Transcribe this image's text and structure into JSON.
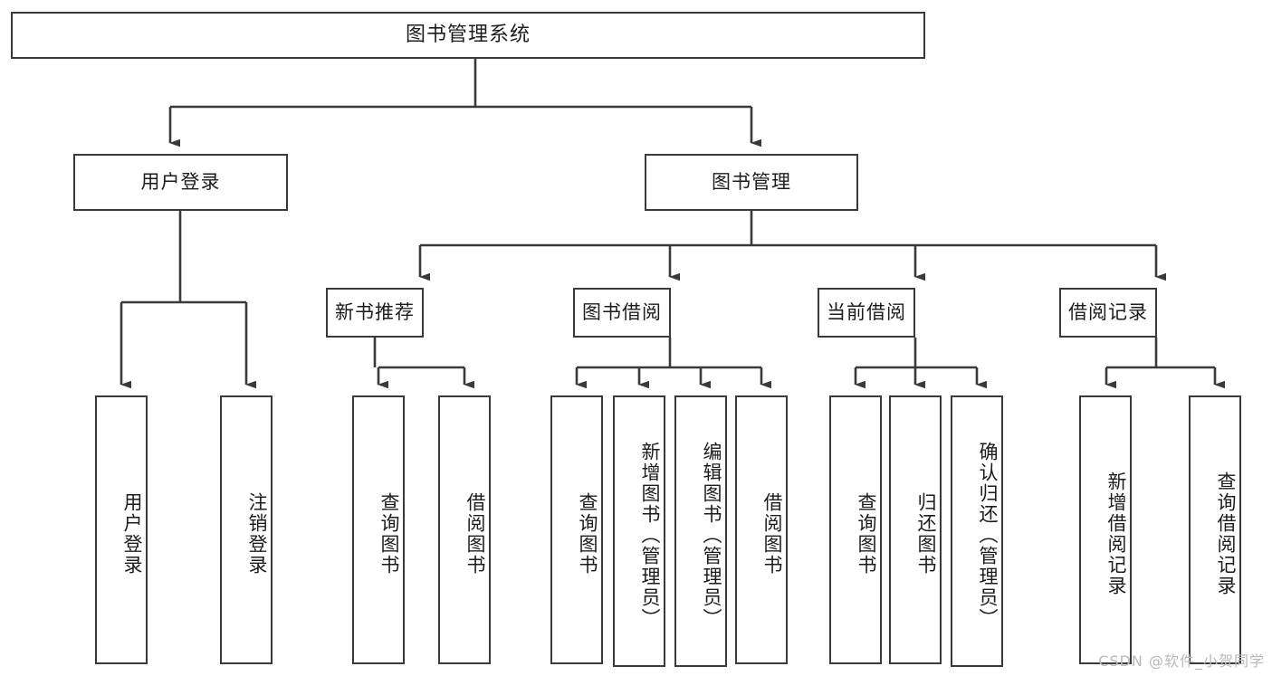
{
  "diagram": {
    "title": "图书管理系统",
    "type": "tree-hierarchy-chart",
    "colors": {
      "line": "#3a3a3a",
      "box_border": "#3a3a3a",
      "box_fill": "#ffffff",
      "text": "#1c1c1c",
      "watermark": "#b9b9b9"
    },
    "nodes": {
      "root": {
        "label": "图书管理系统"
      },
      "level1": [
        {
          "id": "user-login",
          "label": "用户登录"
        },
        {
          "id": "book-manage",
          "label": "图书管理"
        }
      ],
      "level2": [
        {
          "id": "new-book-recommend",
          "label": "新书推荐"
        },
        {
          "id": "book-borrow",
          "label": "图书借阅"
        },
        {
          "id": "current-borrow",
          "label": "当前借阅"
        },
        {
          "id": "borrow-record",
          "label": "借阅记录"
        }
      ],
      "leaves": {
        "user-login": [
          {
            "id": "leaf-user-login",
            "label": "用户登录"
          },
          {
            "id": "leaf-logout-login",
            "label": "注销登录"
          }
        ],
        "new-book-recommend": [
          {
            "id": "leaf-query-book-1",
            "label": "查询图书"
          },
          {
            "id": "leaf-borrow-book-1",
            "label": "借阅图书"
          }
        ],
        "book-borrow": [
          {
            "id": "leaf-query-book-2",
            "label": "查询图书"
          },
          {
            "id": "leaf-add-book",
            "label": "新增图书（管理员）"
          },
          {
            "id": "leaf-edit-book",
            "label": "编辑图书（管理员）"
          },
          {
            "id": "leaf-borrow-book-2",
            "label": "借阅图书"
          }
        ],
        "current-borrow": [
          {
            "id": "leaf-query-book-3",
            "label": "查询图书"
          },
          {
            "id": "leaf-return-book",
            "label": "归还图书"
          },
          {
            "id": "leaf-confirm-return",
            "label": "确认归还（管理员）"
          }
        ],
        "borrow-record": [
          {
            "id": "leaf-add-record",
            "label": "新增借阅记录"
          },
          {
            "id": "leaf-query-record",
            "label": "查询借阅记录"
          }
        ]
      }
    },
    "watermark": "CSDN @软件_小贺同学"
  }
}
